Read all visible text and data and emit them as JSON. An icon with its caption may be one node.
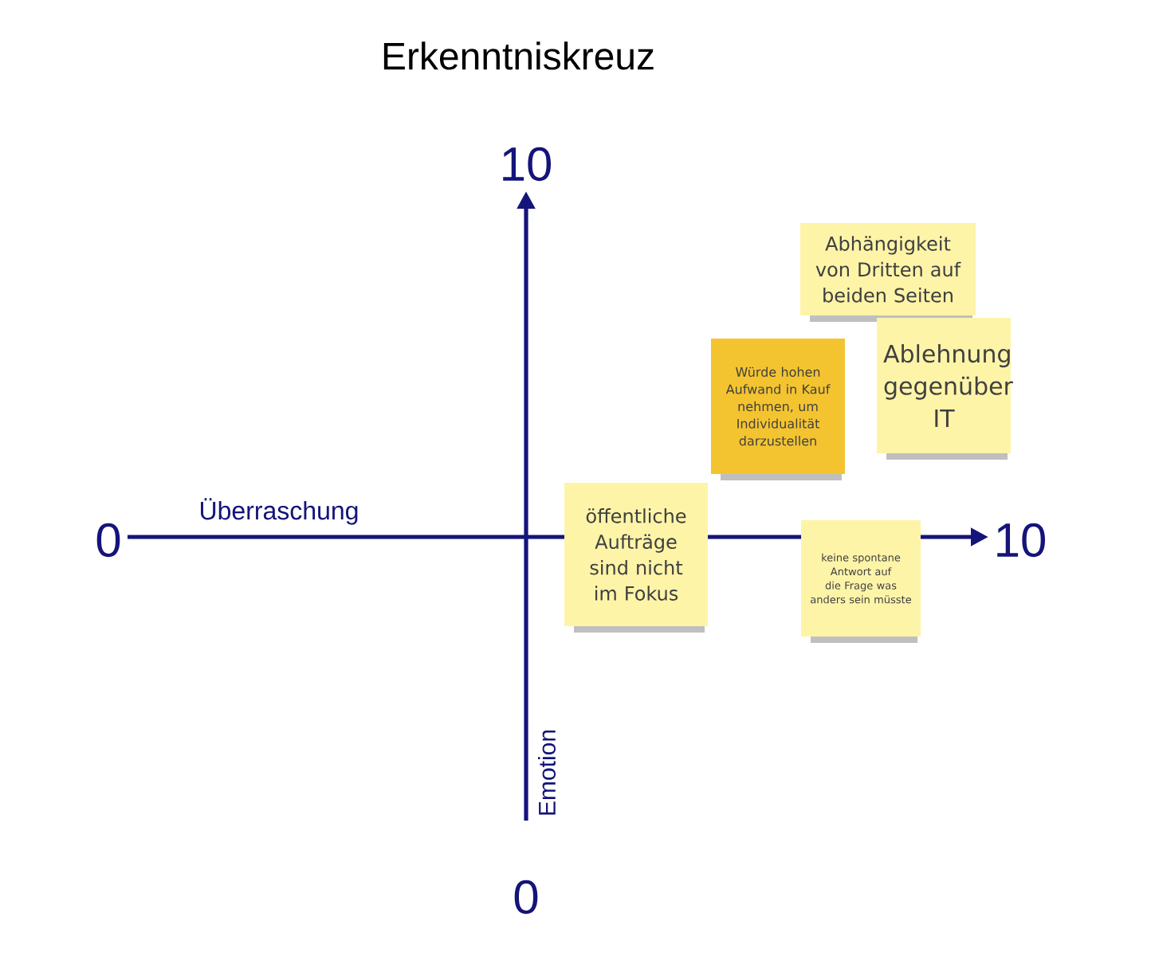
{
  "diagram": {
    "title": "Erkenntniskreuz",
    "nodes": [
      {
        "text": [
          "Abhängigkeit von Dritten auf beiden Seiten"
        ]
      },
      {
        "text": [
          "Ablehnung gegenüber IT"
        ]
      },
      {
        "text": [
          "Würde hohen Aufwand in Kauf nehmen, um Individualität darzustellen"
        ]
      },
      {
        "text": [
          "öffentliche Aufträge sind nicht im Fokus"
        ]
      },
      {
        "text": [
          "keine spontane Antwort auf die Frage was anders sein müsste"
        ]
      }
    ],
    "labels": [
      "10",
      "0",
      "Überraschung",
      "10",
      "Emotion",
      "0"
    ]
  }
}
